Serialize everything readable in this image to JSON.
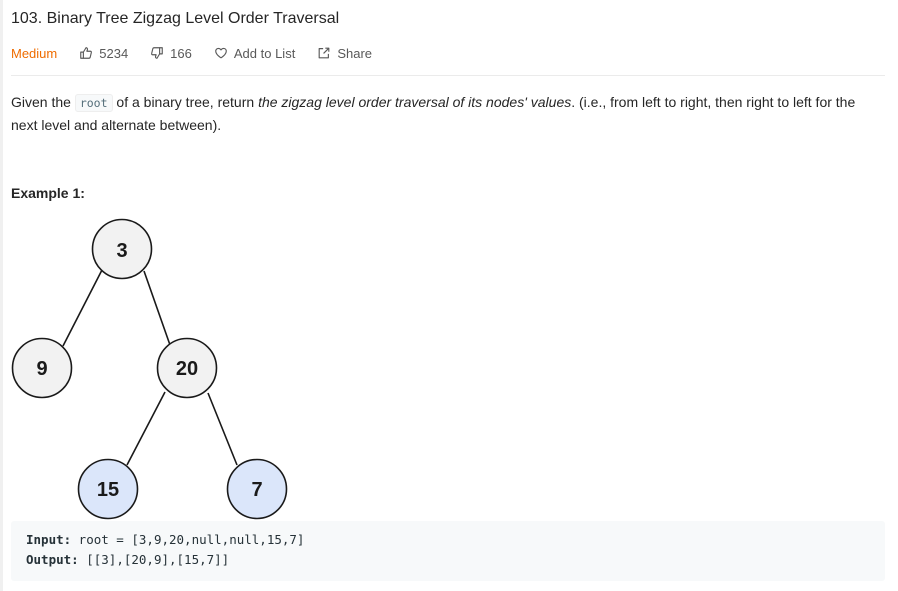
{
  "problem": {
    "title": "103. Binary Tree Zigzag Level Order Traversal",
    "difficulty": "Medium",
    "likes": "5234",
    "dislikes": "166",
    "add_to_list": "Add to List",
    "share": "Share"
  },
  "description": {
    "part1": "Given the ",
    "code": "root",
    "part2": " of a binary tree, return ",
    "emphasis": "the zigzag level order traversal of its nodes' values",
    "part3": ". (i.e., from left to right, then right to left for the next level and alternate between)."
  },
  "example": {
    "title": "Example 1:",
    "tree_nodes": [
      {
        "value": "3",
        "highlighted": false
      },
      {
        "value": "9",
        "highlighted": false
      },
      {
        "value": "20",
        "highlighted": false
      },
      {
        "value": "15",
        "highlighted": true
      },
      {
        "value": "7",
        "highlighted": true
      }
    ],
    "input_label": "Input:",
    "input_value": " root = [3,9,20,null,null,15,7]",
    "output_label": "Output:",
    "output_value": " [[3],[20,9],[15,7]]"
  },
  "colors": {
    "difficulty": "#ef6c00",
    "node_default": "#f2f2f2",
    "node_highlight": "#dbe6fa",
    "node_stroke": "#1a1a1a"
  },
  "icons": [
    "thumbs-up-icon",
    "thumbs-down-icon",
    "heart-icon",
    "share-icon"
  ]
}
